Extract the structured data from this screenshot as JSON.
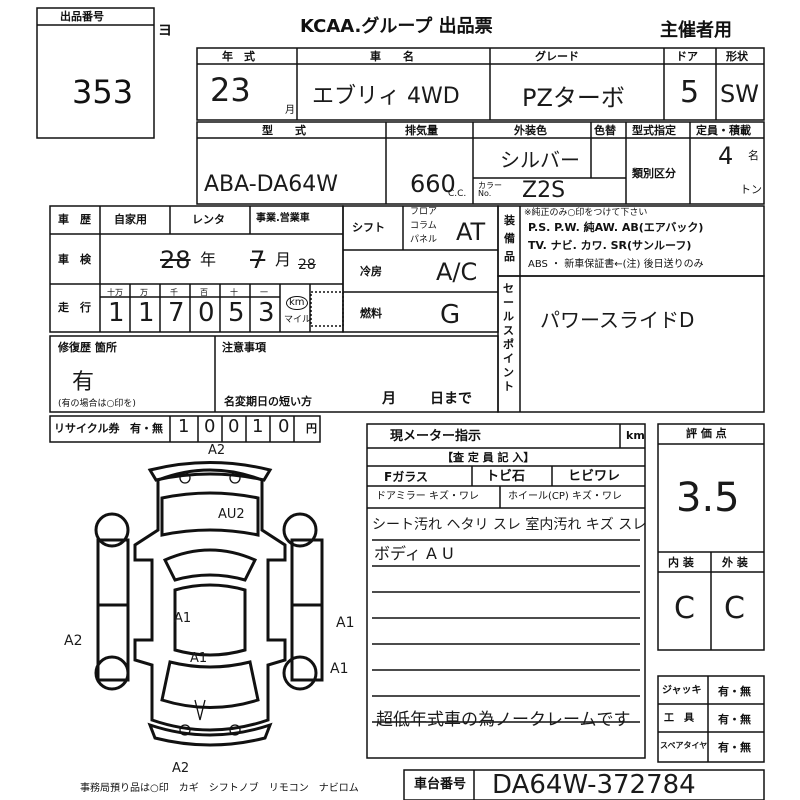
{
  "header": {
    "lot_label": "出品番号",
    "lot_number": "353",
    "side_mark": "ヨ",
    "title": "KCAA.グループ 出品票",
    "organizer_label": "主催者用"
  },
  "row1": {
    "year_label": "年　式",
    "year_value": "23",
    "month_unit": "月",
    "name_label": "車　　名",
    "name_value": "エブリィ 4WD",
    "grade_label": "グレード",
    "grade_value": "PZターボ",
    "door_label": "ドア",
    "door_value": "5",
    "shape_label": "形状",
    "shape_value": "SW"
  },
  "row2": {
    "model_label": "型　　式",
    "model_value": "ABA-DA64W",
    "displacement_label": "排気量",
    "displacement_value": "660",
    "cc_unit": "C.C.",
    "exterior_color_label": "外装色",
    "color_change_label": "色替",
    "color_value": "シルバー",
    "color_no_label": "カラーNo.",
    "color_no_value": "Z2S",
    "type_designation_label": "型式指定",
    "class_label": "類別区分",
    "capacity_label": "定員・積載",
    "capacity_value": "4",
    "capacity_unit": "名",
    "ton_unit": "トン"
  },
  "history": {
    "history_label": "車　歴",
    "opt_private": "自家用",
    "opt_rental": "レンタ",
    "opt_business": "事業.営業車",
    "inspection_label": "車　検",
    "inspection_year": "28",
    "inspection_year_unit": "年",
    "inspection_month": "7",
    "inspection_month_unit": "月",
    "inspection_day": "28",
    "mileage_label": "走　行",
    "digit_labels": [
      "十万",
      "万",
      "千",
      "百",
      "十",
      "一"
    ],
    "mileage_digits": [
      "1",
      "1",
      "7",
      "0",
      "5",
      "3"
    ],
    "km_label": "km",
    "mile_label": "マイル"
  },
  "specs": {
    "shift_label": "シフト",
    "shift_options": [
      "フロア",
      "コラム",
      "パネル"
    ],
    "shift_value": "AT",
    "ac_label": "冷房",
    "ac_value": "A/C",
    "fuel_label": "燃料",
    "fuel_value": "G"
  },
  "equipment": {
    "label": "装備品",
    "note": "※純正のみ○印をつけて下さい",
    "line1": "P.S. P.W. 純AW. AB(エアバック)",
    "line2": "TV. ナビ. カワ. SR(サンルーフ)",
    "line3": "ABS ・ 新車保証書←(注) 後日送りのみ"
  },
  "sales_point": {
    "label": "セールスポイント",
    "value": "パワースライドD"
  },
  "repair": {
    "label": "修復歴 箇所",
    "value": "有",
    "note": "(有の場合は○印を)"
  },
  "notes": {
    "label": "注意事項",
    "deadline_label": "名変期日の短い方",
    "month_label": "月",
    "day_label": "日まで"
  },
  "recycle": {
    "label": "リサイクル券",
    "status": "有・無",
    "digits": [
      "1",
      "0",
      "0",
      "1",
      "0"
    ],
    "unit": "円"
  },
  "meter": {
    "label": "現メーター指示",
    "unit": "km"
  },
  "inspector": {
    "header": "【査 定 員 記 入】",
    "glass_label": "Fガラス",
    "chip_label": "トビ石",
    "crack_label": "ヒビワレ",
    "mirror_label": "ドアミラー キズ・ワレ",
    "wheel_label": "ホイール(CP) キズ・ワレ",
    "line1": "シート汚れ ヘタリ スレ 室内汚れ キズ スレ",
    "line2": "ボディ A U",
    "line3": "超低年式車の為ノークレームです"
  },
  "grades": {
    "score_label": "評 価 点",
    "score_value": "3.5",
    "interior_label": "内 装",
    "interior_value": "C",
    "exterior_label": "外 装",
    "exterior_value": "C"
  },
  "tools": {
    "jack_label": "ジャッキ",
    "jack_value": "有・無",
    "tools_label": "工　具",
    "tools_value": "有・無",
    "spare_label": "スペアタイヤ",
    "spare_value": "有・無"
  },
  "diagram": {
    "marks": [
      "A2",
      "AU2",
      "A1",
      "A1",
      "A1",
      "A2",
      "A1",
      "A2"
    ]
  },
  "footer": {
    "office_note": "事務局預り品は○印　カギ　シフトノブ　リモコン　ナビロム",
    "chassis_label": "車台番号",
    "chassis_value": "DA64W-372784"
  }
}
